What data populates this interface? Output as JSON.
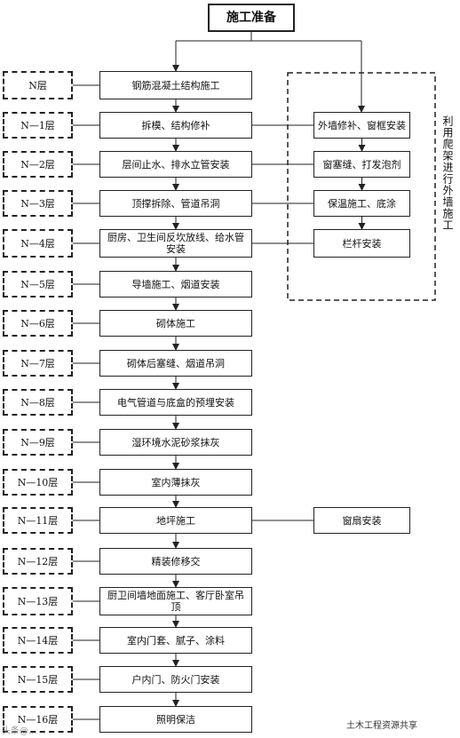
{
  "title": "施工准备",
  "floors": [
    "N层",
    "N—1层",
    "N—2层",
    "N—3层",
    "N—4层",
    "N—5层",
    "N—6层",
    "N—7层",
    "N—8层",
    "N—9层",
    "N—10层",
    "N—11层",
    "N—12层",
    "N—13层",
    "N—14层",
    "N—15层",
    "N—16层"
  ],
  "steps": [
    "钢筋混凝土结构施工",
    "拆模、结构修补",
    "层间止水、排水立管安装",
    "顶撑拆除、管道吊洞",
    "厨房、卫生间反坎放线、给水管安装",
    "导墙施工、烟道安装",
    "砌体施工",
    "砌体后塞缝、烟道吊洞",
    "电气管道与底盒的预埋安装",
    "湿环境水泥砂浆抹灰",
    "室内薄抹灰",
    "地坪施工",
    "精装修移交",
    "厨卫间墙地面施工、客厅卧室吊顶",
    "室内门套、腻子、涂料",
    "户内门、防火门安装",
    "照明保洁"
  ],
  "side_steps": [
    "外墙修补、窗框安装",
    "窗塞缝、打发泡剂",
    "保温施工、底涂",
    "栏杆安装"
  ],
  "side_label": "利用爬架进行外墙施工",
  "window_step": "窗扇安装",
  "watermark_left": "头条@...",
  "watermark_right": "土木工程资源共享"
}
